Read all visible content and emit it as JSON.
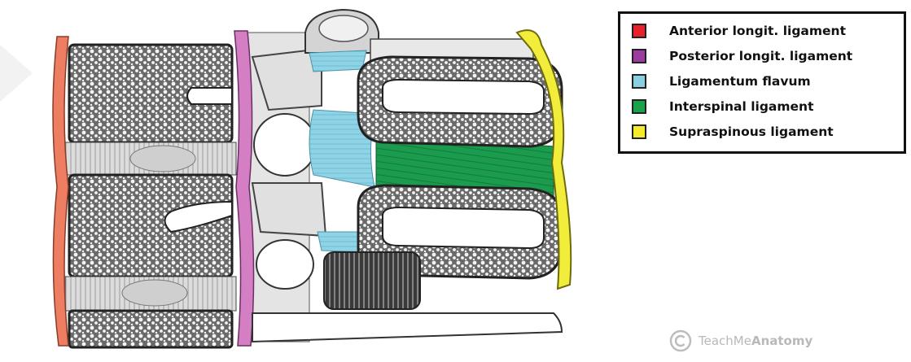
{
  "legend": {
    "items": [
      {
        "label": "Anterior longit. ligament",
        "color": "#e8222b"
      },
      {
        "label": "Posterior longit. ligament",
        "color": "#9b3d9e"
      },
      {
        "label": "Ligamentum flavum",
        "color": "#88cfe2"
      },
      {
        "label": "Interspinal ligament",
        "color": "#1aa14a"
      },
      {
        "label": "Supraspinous ligament",
        "color": "#f4ec2a"
      }
    ]
  },
  "watermark": {
    "prefix": "TeachMe",
    "brand": "Anatomy"
  },
  "colors": {
    "anterior_strip": "#ee7e62",
    "posterior_strip": "#d47fc4",
    "flavum": "#8fd3e6",
    "interspinal": "#1b9b4d",
    "supraspinous": "#f2ec3a",
    "bone_fill": "#ffffff",
    "bone_texture": "#4a4a4a",
    "disc": "#d9d9d9",
    "outline": "#333333"
  }
}
